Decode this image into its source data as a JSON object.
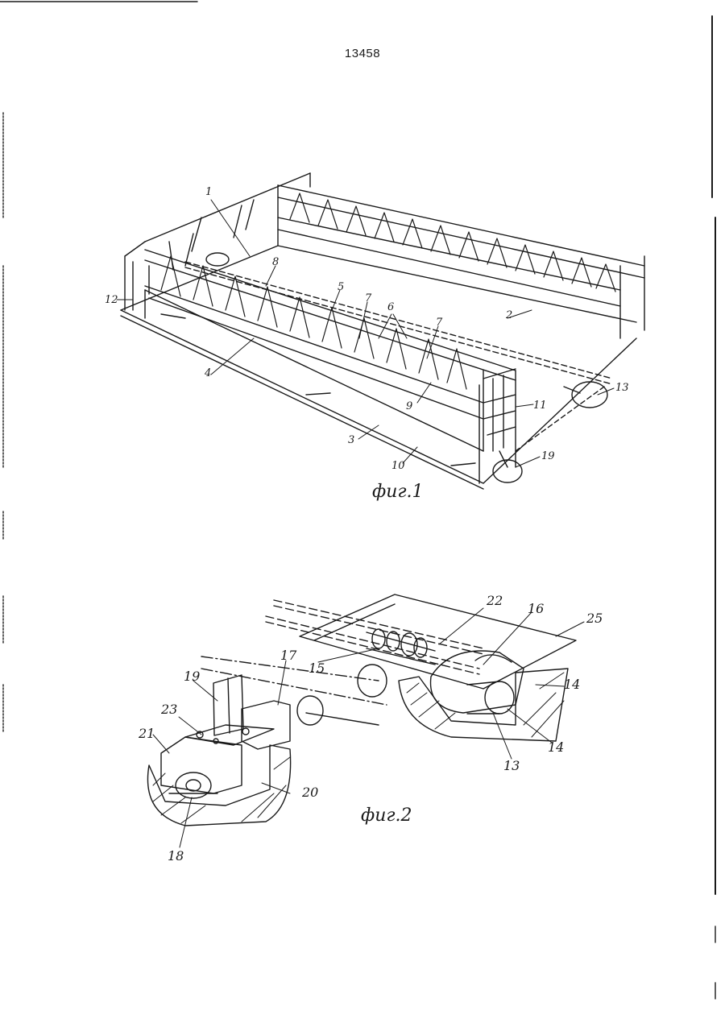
{
  "document": {
    "page_number": "13458",
    "figures": [
      {
        "caption": "фиг.1",
        "labels": [
          "1",
          "2",
          "3",
          "4",
          "5",
          "6",
          "7",
          "7",
          "8",
          "9",
          "10",
          "11",
          "12",
          "13",
          "19"
        ]
      },
      {
        "caption": "фиг.2",
        "labels": [
          "13",
          "14",
          "14",
          "15",
          "16",
          "17",
          "18",
          "19",
          "20",
          "21",
          "22",
          "23",
          "25"
        ]
      }
    ]
  }
}
